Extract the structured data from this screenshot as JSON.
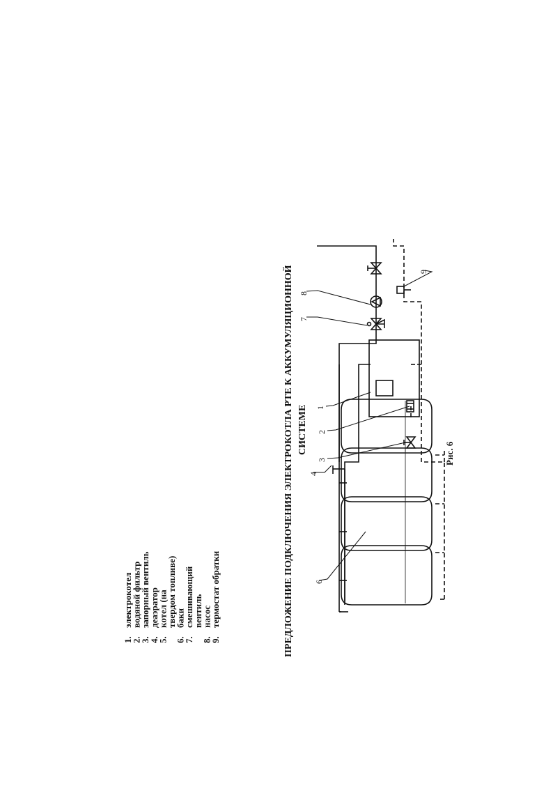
{
  "legend": [
    {
      "num": "1.",
      "text": "электрокотел"
    },
    {
      "num": "2.",
      "text": "водяной фильтр"
    },
    {
      "num": "3.",
      "text": "запорный вентиль"
    },
    {
      "num": "4.",
      "text": "деаэратор"
    },
    {
      "num": "5.",
      "text": "котел (на"
    },
    {
      "num": "",
      "text": "твердом топливе)"
    },
    {
      "num": "6.",
      "text": "баки"
    },
    {
      "num": "7.",
      "text": "смешивающий"
    },
    {
      "num": "",
      "text": "вентиль"
    },
    {
      "num": "8.",
      "text": "насос"
    },
    {
      "num": "9.",
      "text": "термостат обратки"
    }
  ],
  "title_line1": "ПРЕДЛОЖЕНИЕ ПОДКЛЮЧЕНИЯ ЭЛЕКТРОКОТЛА PTE К АККУМУЛЯЦИОННОЙ",
  "title_line2": "СИСТЕМЕ",
  "caption": "Рис. 6",
  "callouts": {
    "c1": "1",
    "c2": "2",
    "c3": "3",
    "c4": "4",
    "c6": "6",
    "c7": "7",
    "c8": "8",
    "c9": "9"
  }
}
